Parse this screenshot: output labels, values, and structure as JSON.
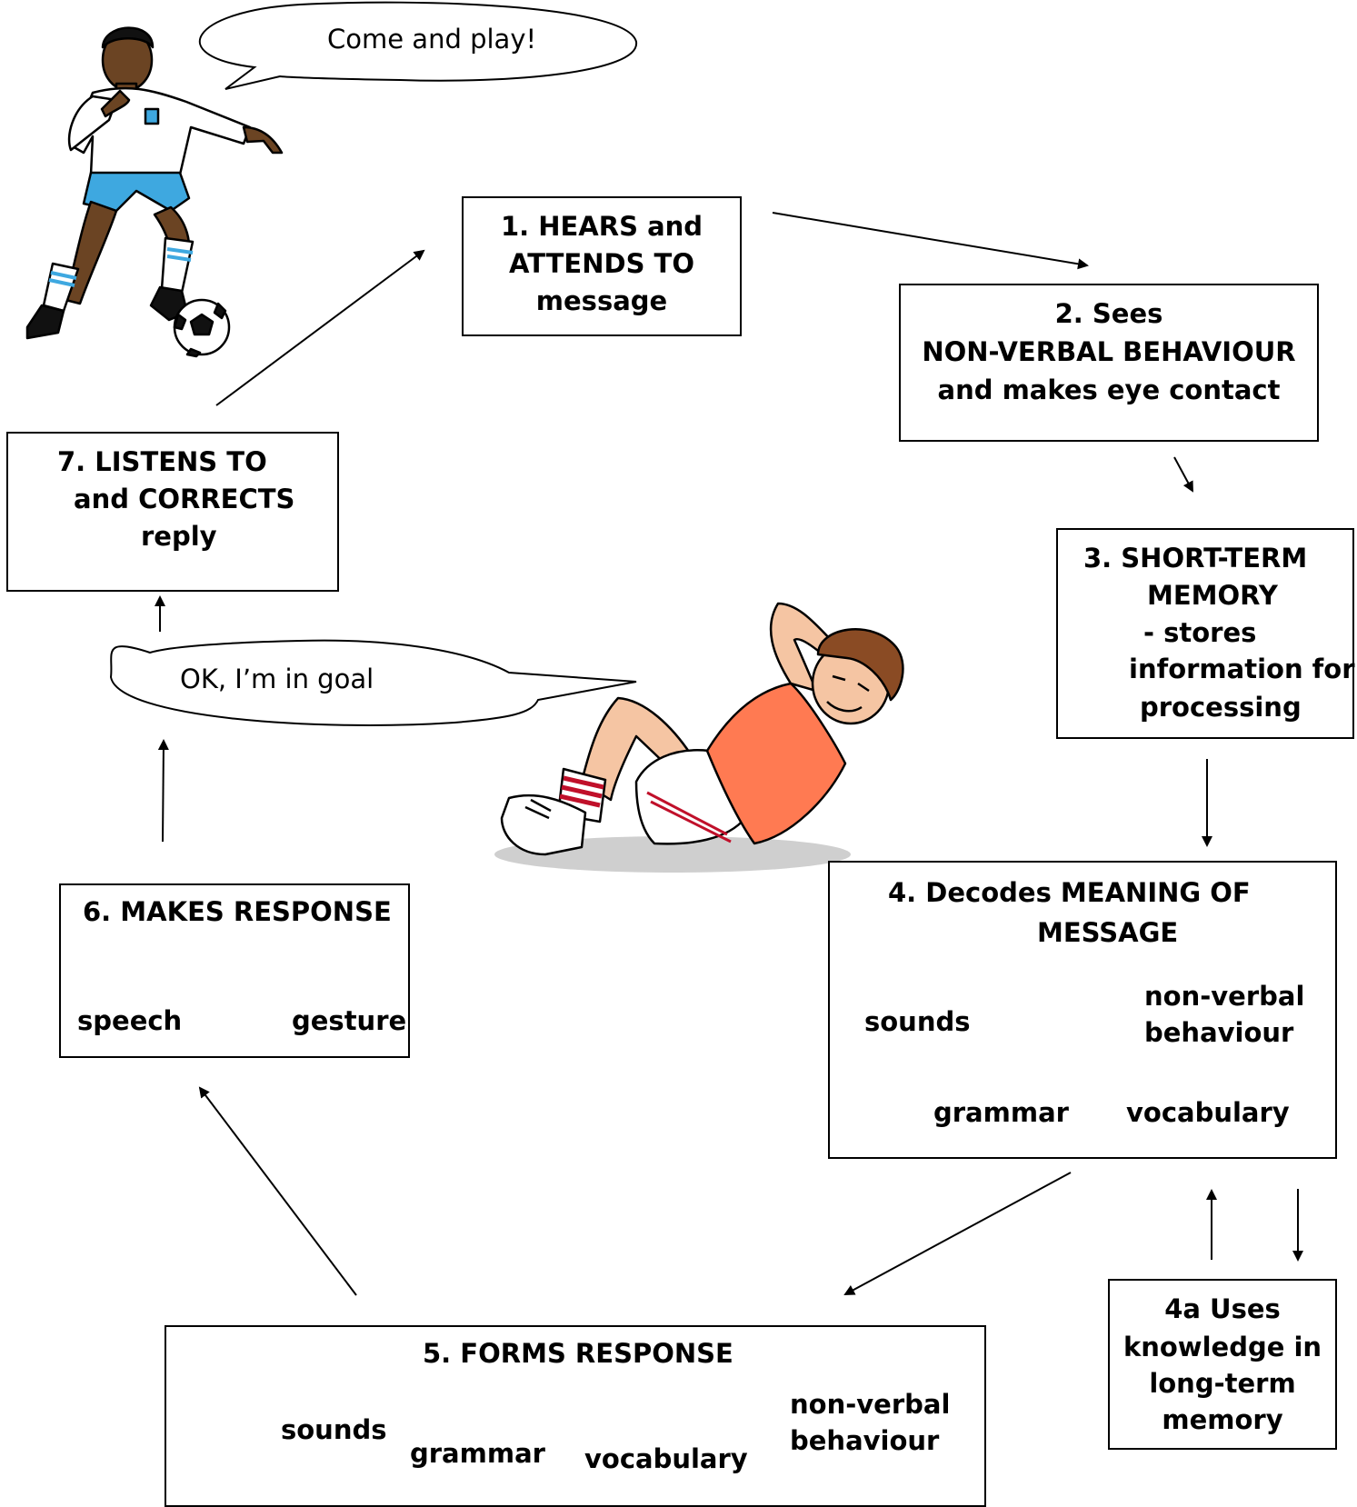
{
  "speech_bubbles": {
    "player_call": "Come and play!",
    "reply": "OK, I’m in goal"
  },
  "steps": {
    "step1": [
      "1.  HEARS and",
      "ATTENDS TO",
      "message"
    ],
    "step2": [
      "2.   Sees",
      "NON-VERBAL BEHAVIOUR",
      "and makes eye contact"
    ],
    "step3": [
      "3.   SHORT-TERM",
      "MEMORY",
      "-     stores",
      "information for",
      "processing"
    ],
    "step4": {
      "title_lines": [
        "4.   Decodes MEANING OF",
        "MESSAGE"
      ],
      "sounds": "sounds",
      "grammar": "grammar",
      "vocabulary": "vocabulary",
      "nonverbal_lines": [
        "non-verbal",
        "behaviour"
      ]
    },
    "step4a": [
      "4a   Uses",
      "knowledge in",
      "long-term",
      "memory"
    ],
    "step5": {
      "title": "5.   FORMS RESPONSE",
      "sounds": "sounds",
      "grammar": "grammar",
      "vocabulary": "vocabulary",
      "nonverbal_lines": [
        "non-verbal",
        "behaviour"
      ]
    },
    "step6": {
      "title": "6.   MAKES RESPONSE",
      "speech": "speech",
      "gesture": "gesture"
    },
    "step7": [
      "7.   LISTENS TO",
      "and CORRECTS",
      "reply"
    ]
  },
  "illustrations": {
    "player": "soccer-player-kicking-ball",
    "boy": "boy-lying-down-in-goal"
  },
  "colors": {
    "line": "#000000",
    "player_shirt": "#ffffff",
    "player_shorts": "#3ea8e0",
    "player_skin": "#6b4423",
    "boy_shirt": "#ff7a52",
    "boy_skin": "#f5c5a3",
    "boy_hair": "#8a4b24",
    "sock_stripe": "#c0102a"
  }
}
